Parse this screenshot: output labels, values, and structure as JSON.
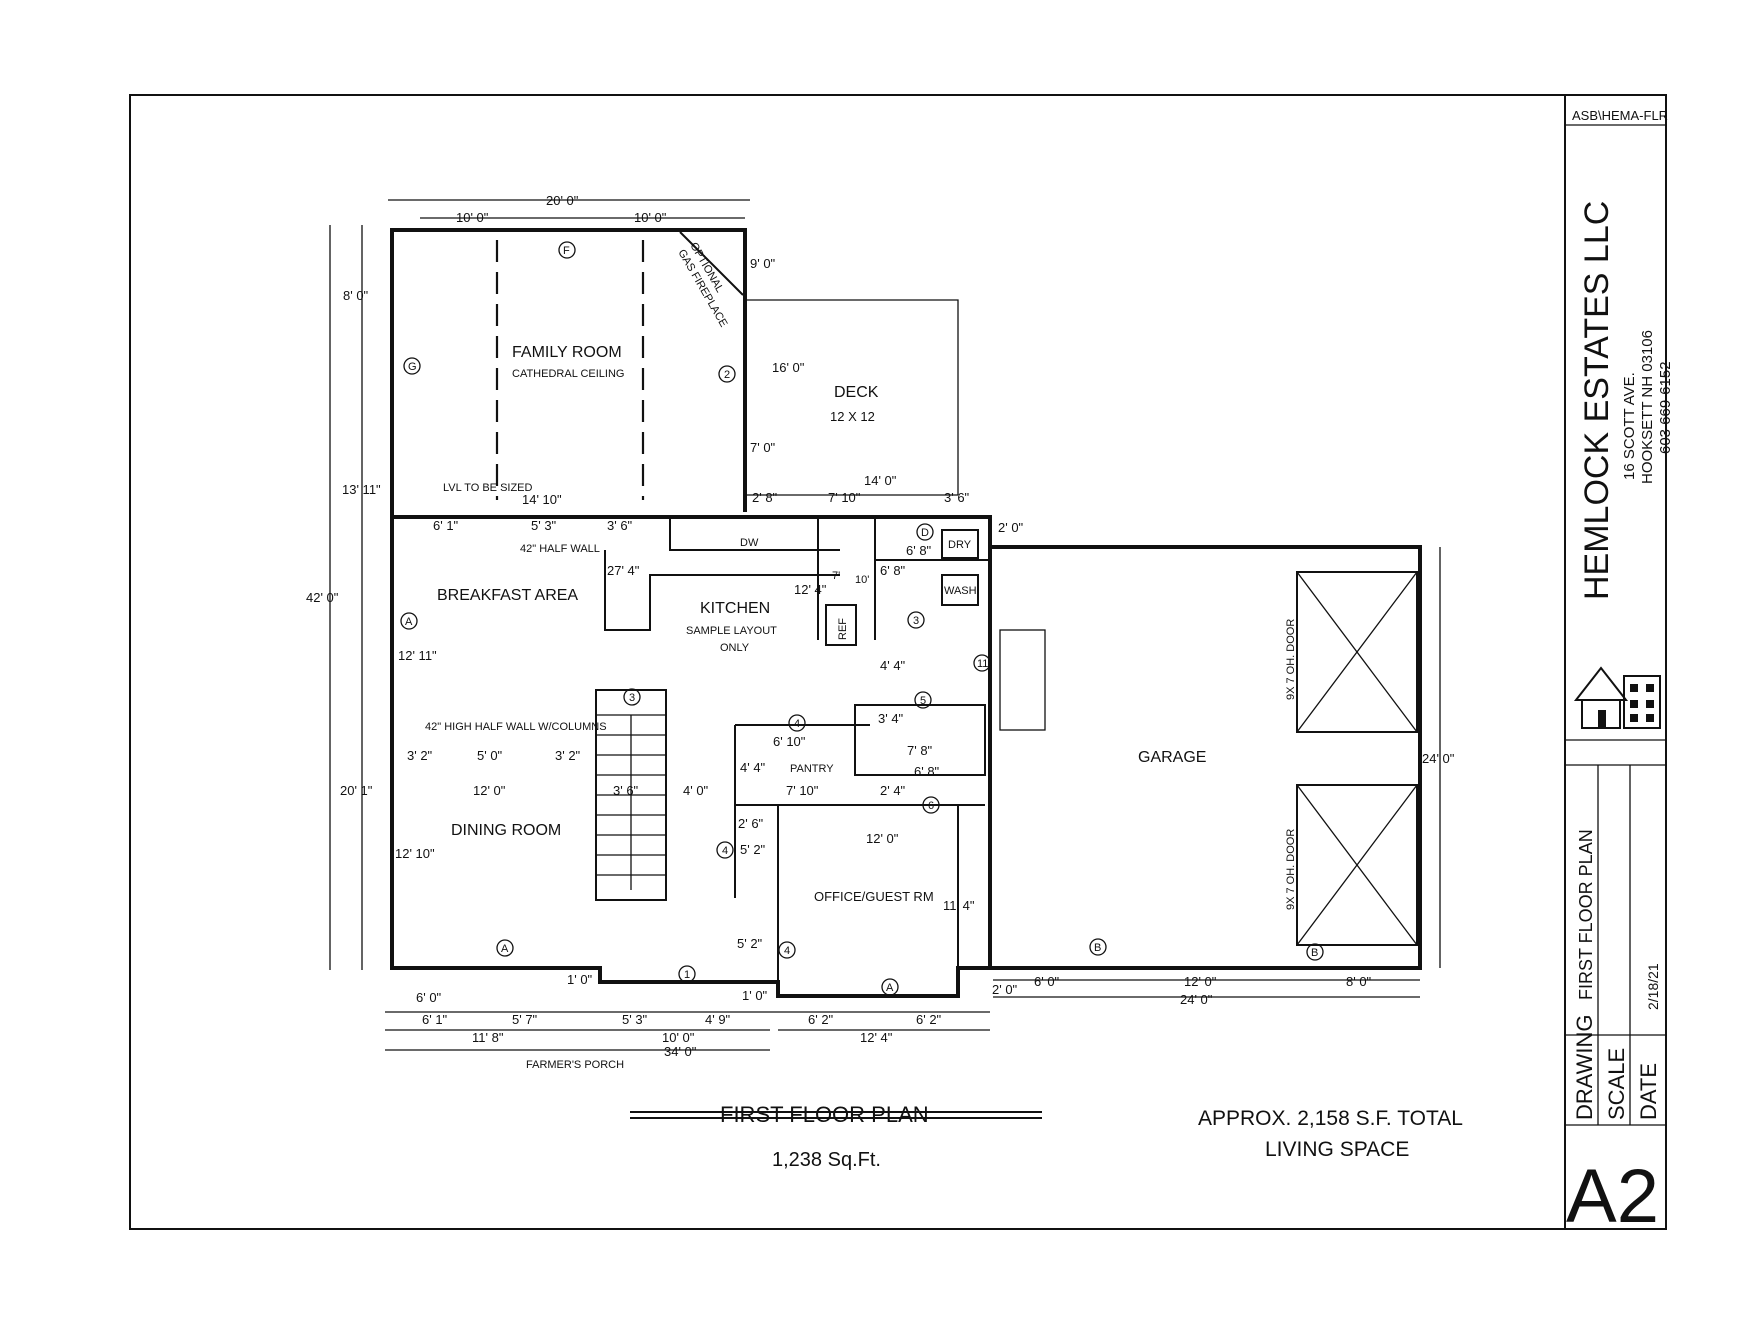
{
  "sheet": {
    "code": "ASB\\HEMA-FLR",
    "company": "HEMLOCK ESTATES LLC",
    "address_line1": "16 SCOTT AVE.",
    "address_line2": "HOOKSETT NH 03106",
    "phone": "603 669-6152",
    "drawing_label": "DRAWING",
    "drawing_value": "FIRST FLOOR PLAN",
    "scale_label": "SCALE",
    "date_label": "DATE",
    "date_value": "2/18/21",
    "sheet_number": "A2"
  },
  "plan": {
    "title": "FIRST FLOOR PLAN",
    "area": "1,238 Sq.Ft.",
    "total_line1": "APPROX. 2,158 S.F. TOTAL",
    "total_line2": "LIVING SPACE"
  },
  "rooms": {
    "family_room": "FAMILY ROOM",
    "family_note": "CATHEDRAL CEILING",
    "fireplace_1": "OPTIONAL",
    "fireplace_2": "GAS FIREPLACE",
    "deck": "DECK",
    "deck_size": "12 X 12",
    "breakfast": "BREAKFAST AREA",
    "kitchen": "KITCHEN",
    "kitchen_note1": "SAMPLE LAYOUT",
    "kitchen_note2": "ONLY",
    "dining": "DINING ROOM",
    "pantry": "PANTRY",
    "office": "OFFICE/GUEST RM",
    "garage": "GARAGE",
    "garage_door": "9X 7 OH. DOOR",
    "porch": "FARMER'S PORCH",
    "dry": "DRY",
    "wash": "WASH",
    "ref": "REF",
    "dw": "DW",
    "lvl_note": "LVL TO BE SIZED",
    "half_wall": "42\" HALF WALL",
    "half_wall_col": "42\" HIGH HALF WALL W/COLUMNS"
  },
  "dimensions": {
    "d20_0": "20' 0\"",
    "d10_0": "10' 0\"",
    "d9_0": "9' 0\"",
    "d8_0": "8' 0\"",
    "d16_0": "16' 0\"",
    "d7_0": "7' 0\"",
    "d13_11": "13' 11\"",
    "d14_10": "14' 10\"",
    "d14_0": "14' 0\"",
    "d2_8": "2' 8\"",
    "d7_10": "7' 10\"",
    "d3_6": "3' 6\"",
    "d2_0": "2' 0\"",
    "d6_1": "6' 1\"",
    "d5_3": "5' 3\"",
    "d27_4": "27' 4\"",
    "d12_4": "12' 4\"",
    "d7_": "7'",
    "d10_": "10'",
    "d6_8": "6' 8\"",
    "d42_0": "42' 0\"",
    "d12_11": "12' 11\"",
    "d4_4": "4' 4\"",
    "d3_4": "3' 4\"",
    "d6_10": "6' 10\"",
    "d7_8": "7' 8\"",
    "d3_2": "3' 2\"",
    "d5_0": "5' 0\"",
    "d20_1": "20' 1\"",
    "d12_0": "12' 0\"",
    "d3_6b": "3' 6\"",
    "d4_0": "4' 0\"",
    "d4_4b": "4' 4\"",
    "d2_4": "2' 4\"",
    "d12_10": "12' 10\"",
    "d2_6": "2' 6\"",
    "d5_2": "5' 2\"",
    "d11_4": "11' 4\"",
    "d24_0": "24' 0\"",
    "d1_0": "1' 0\"",
    "d6_0": "6' 0\"",
    "d5_7": "5' 7\"",
    "d4_9": "4' 9\"",
    "d6_2": "6' 2\"",
    "d11_8": "11' 8\"",
    "d34_0": "34' 0\"",
    "d8_0b": "8' 0\""
  },
  "tags": {
    "A": "A",
    "B": "B",
    "F": "F",
    "G": "G",
    "D": "D",
    "n1": "1",
    "n2": "2",
    "n3": "3",
    "n4": "4",
    "n5": "5",
    "n6": "6",
    "n11": "11"
  }
}
